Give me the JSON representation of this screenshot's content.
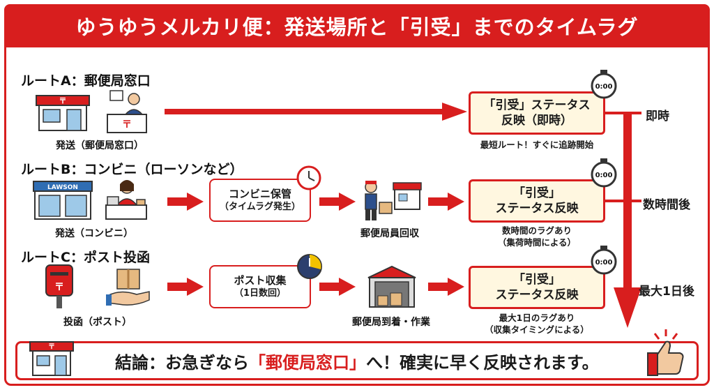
{
  "header": {
    "title": "ゆうゆうメルカリ便：発送場所と「引受」までのタイムラグ"
  },
  "routes": [
    {
      "title": "ルートA：郵便局窓口",
      "origin_caption": "発送（郵便局窓口）",
      "status": {
        "line1": "「引受」ステータス",
        "line2": "反映（即時）"
      },
      "note": {
        "line1": "最短ルート！すぐに追跡開始"
      },
      "timing": "即時"
    },
    {
      "title": "ルートB：コンビニ（ローソンなど）",
      "origin_caption": "発送（コンビニ）",
      "store_sign": "LAWSON",
      "step1": {
        "line1": "コンビニ保管",
        "line2": "（タイムラグ発生）"
      },
      "step2_caption": "郵便局員回収",
      "status": {
        "line1": "「引受」",
        "line2": "ステータス反映"
      },
      "note": {
        "line1": "数時間のラグあり",
        "line2": "（集荷時間による）"
      },
      "timing": "数時間後"
    },
    {
      "title": "ルートC：ポスト投函",
      "origin_caption": "投函（ポスト）",
      "step1": {
        "line1": "ポスト収集",
        "line2": "（1日数回）"
      },
      "step2_caption": "郵便局到着・作業",
      "status": {
        "line1": "「引受」",
        "line2": "ステータス反映"
      },
      "note": {
        "line1": "最大1日のラグあり",
        "line2": "（収集タイミングによる）"
      },
      "timing": "最大1日後"
    }
  ],
  "stopwatch_text": "0:00",
  "postal_mark": "〒",
  "conclusion": {
    "prefix": "結論：お急ぎなら",
    "highlight": "「郵便局窓口」",
    "suffix": "へ！確実に早く反映されます。"
  },
  "colors": {
    "accent": "#d81e1e",
    "status_bg": "#fff7e0"
  }
}
